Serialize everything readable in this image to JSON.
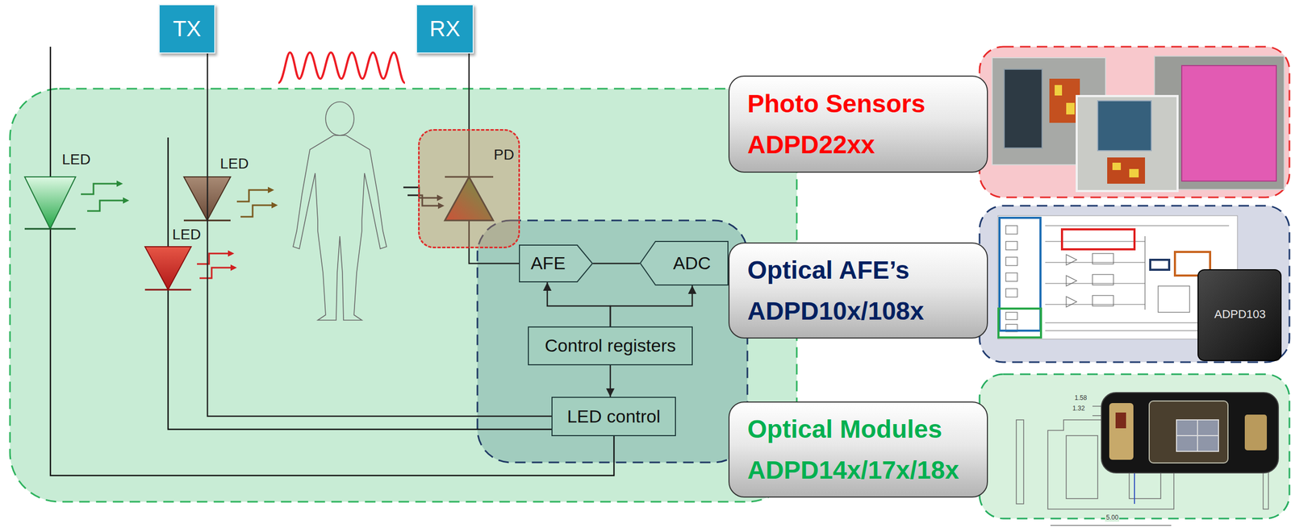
{
  "diagram": {
    "nodes": [
      {
        "text": [
          "TX"
        ]
      },
      {
        "text": [
          "RX"
        ]
      },
      {
        "text": [
          "PD"
        ]
      },
      {
        "text": [
          "AFE"
        ]
      },
      {
        "text": [
          "ADC"
        ]
      },
      {
        "text": [
          "Control registers"
        ]
      },
      {
        "text": [
          "LED control"
        ]
      },
      {
        "text": [
          "Photo Sensors",
          "ADPD22xx"
        ]
      },
      {
        "text": [
          "Optical AFE’s",
          "ADPD10x/108x"
        ]
      },
      {
        "text": [
          "Optical Modules",
          "ADPD14x/17x/18x"
        ]
      }
    ],
    "edges": [
      {
        "from": 1,
        "to": 2,
        "arrow": "none"
      },
      {
        "from": 2,
        "to": 3,
        "arrow": "none"
      },
      {
        "from": 3,
        "to": 4,
        "arrow": "none"
      },
      {
        "from": 5,
        "to": 3,
        "arrow": "to"
      },
      {
        "from": 5,
        "to": 4,
        "arrow": "to"
      },
      {
        "from": 5,
        "to": 6,
        "arrow": "to"
      },
      {
        "from": 0,
        "to": 6,
        "arrow": "none"
      }
    ],
    "labels": [
      "LED",
      "LED",
      "LED",
      "ADPD103",
      "1.58",
      "1.32",
      "5.00"
    ]
  }
}
